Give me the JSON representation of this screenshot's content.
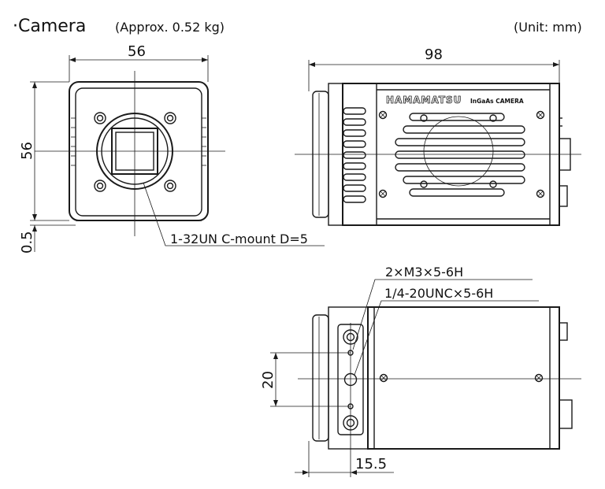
{
  "title": "·Camera",
  "weight": "(Approx. 0.52 kg)",
  "unit": "(Unit: mm)",
  "front_view": {
    "width_dim": "56",
    "height_dim": "56",
    "base_dim": "0.5",
    "mount_label": "1-32UN C-mount D=5"
  },
  "side_view": {
    "length_dim": "98",
    "brand_text": "HAMAMATSU",
    "model_text": "InGaAs CAMERA"
  },
  "bottom_view": {
    "holes_label": "2×M3×5-6H",
    "tripod_label": "1/4-20UNC×5-6H",
    "spacing_dim": "20",
    "offset_dim": "15.5"
  }
}
